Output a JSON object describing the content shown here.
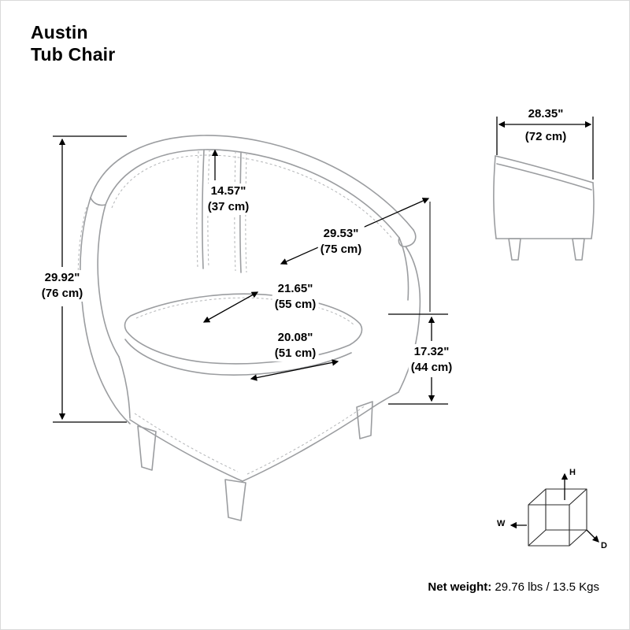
{
  "title": {
    "line1": "Austin",
    "line2": "Tub Chair"
  },
  "dimensions": {
    "overall_height": {
      "inches": "29.92\"",
      "cm": "(76 cm)"
    },
    "back_cushion_height": {
      "inches": "14.57\"",
      "cm": "(37 cm)"
    },
    "overall_width": {
      "inches": "29.53\"",
      "cm": "(75 cm)"
    },
    "seat_width": {
      "inches": "21.65\"",
      "cm": "(55 cm)"
    },
    "seat_depth": {
      "inches": "20.08\"",
      "cm": "(51 cm)"
    },
    "seat_height": {
      "inches": "17.32\"",
      "cm": "(44 cm)"
    },
    "overall_depth": {
      "inches": "28.35\"",
      "cm": "(72 cm)"
    }
  },
  "axis_labels": {
    "height": "H",
    "width": "W",
    "depth": "D"
  },
  "footer": {
    "label": "Net weight:",
    "value": "29.76 lbs / 13.5 Kgs"
  },
  "colors": {
    "background": "#ffffff",
    "line_art": "#9b9da0",
    "stitching": "#b4b6b8",
    "dimension_lines": "#000000",
    "text": "#000000",
    "frame": "#d9d9d9"
  }
}
